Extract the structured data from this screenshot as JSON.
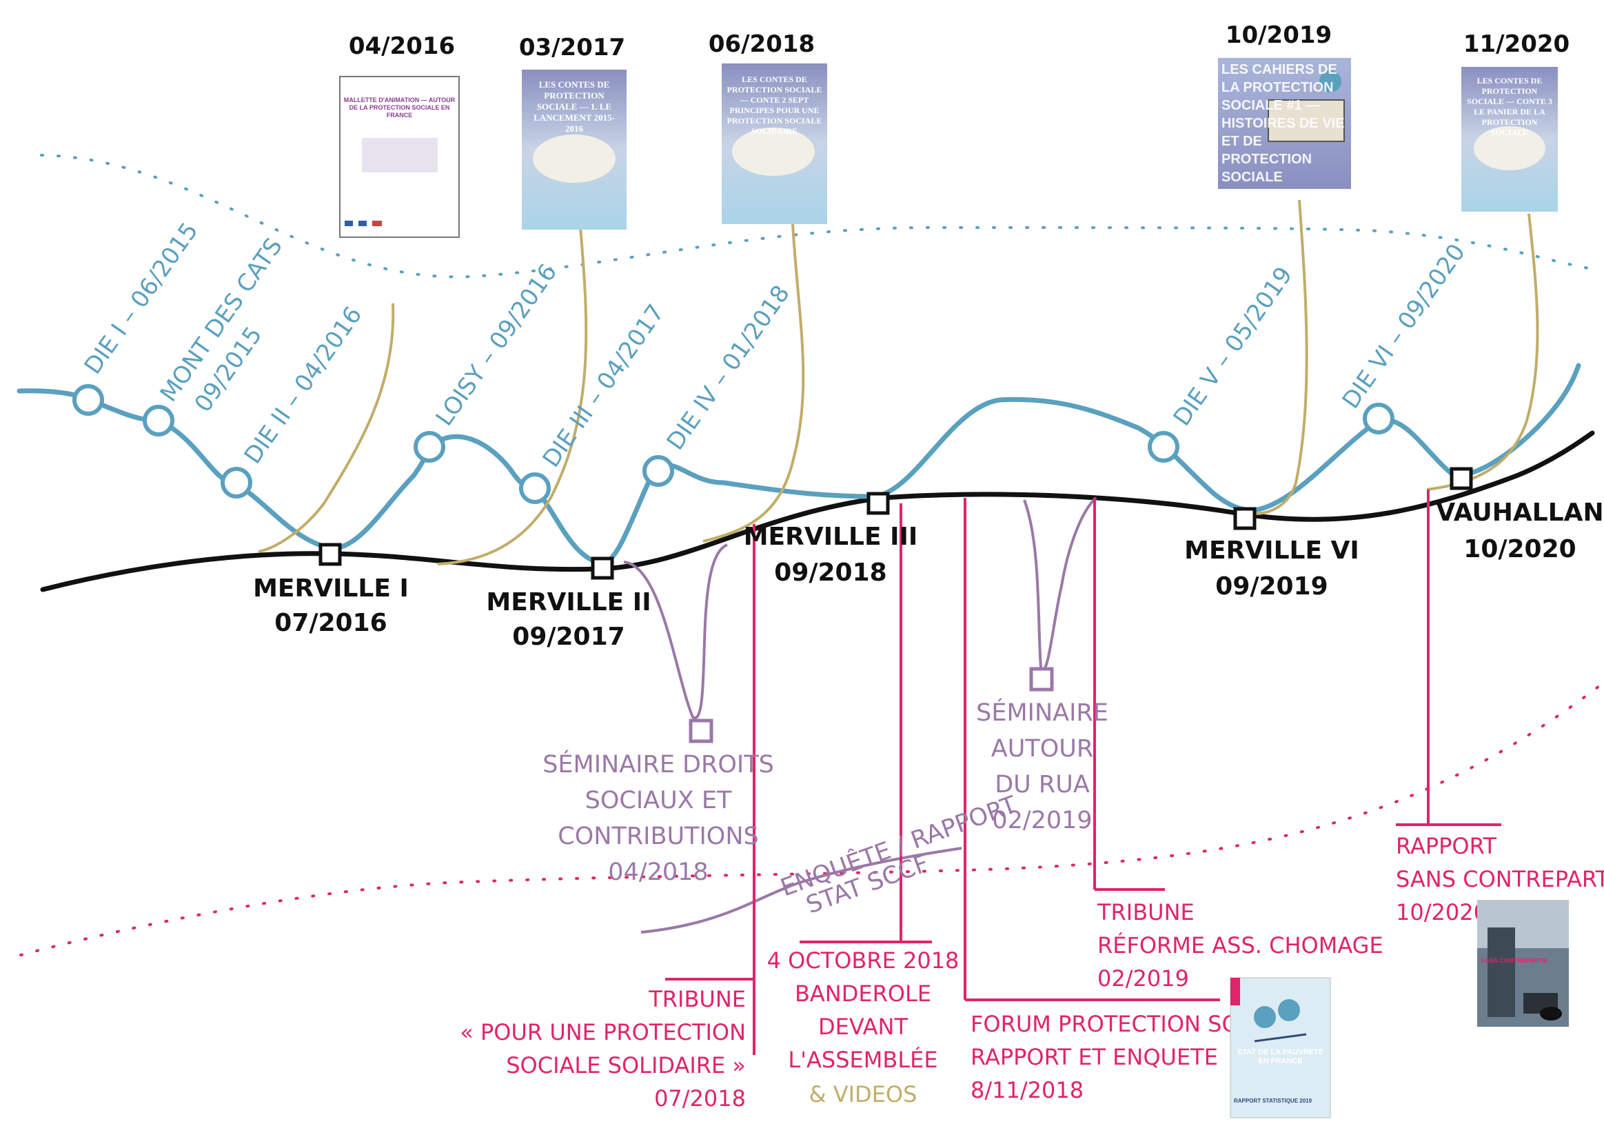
{
  "colors": {
    "timeline": "#111111",
    "die_path": "#5aa0bf",
    "publications": "#c1ad6a",
    "seminars": "#9b78a8",
    "advocacy": "#e0246a",
    "dotted_top": "#5aa0bf",
    "dotted_bottom": "#e0246a"
  },
  "publications": [
    {
      "date": "04/2016",
      "cover": "MALLETTE D'ANIMATION — AUTOUR DE LA PROTECTION SOCIALE EN FRANCE"
    },
    {
      "date": "03/2017",
      "cover": "LES CONTES DE PROTECTION SOCIALE — 1. LE LANCEMENT 2015-2016"
    },
    {
      "date": "06/2018",
      "cover": "LES CONTES DE PROTECTION SOCIALE — CONTE 2 SEPT PRINCIPES POUR UNE PROTECTION SOCIALE SOLIDAIRE"
    },
    {
      "date": "10/2019",
      "cover": "LES CAHIERS DE LA PROTECTION SOCIALE #1 — HISTOIRES DE VIE ET DE PROTECTION SOCIALE"
    },
    {
      "date": "11/2020",
      "cover": "LES CONTES DE PROTECTION SOCIALE — CONTE 3 LE PANIER DE LA PROTECTION SOCIALE"
    }
  ],
  "die_events": [
    {
      "label": "DIE I  –  06/2015"
    },
    {
      "label": "MONT DES CATS",
      "label2": "09/2015"
    },
    {
      "label": "DIE II  –  04/2016"
    },
    {
      "label": "LOISY  –  09/2016"
    },
    {
      "label": "DIE III  –  04/2017"
    },
    {
      "label": "DIE IV  –  01/2018"
    },
    {
      "label": "DIE V  –  05/2019"
    },
    {
      "label": "DIE VI  –  09/2020"
    }
  ],
  "merville_events": [
    {
      "name": "MERVILLE I",
      "date": "07/2016"
    },
    {
      "name": "MERVILLE II",
      "date": "09/2017"
    },
    {
      "name": "MERVILLE III",
      "date": "09/2018"
    },
    {
      "name": "MERVILLE VI",
      "date": "09/2019"
    },
    {
      "name": "VAUHALLAN",
      "date": "10/2020"
    }
  ],
  "seminars": [
    {
      "lines": [
        "SÉMINAIRE DROITS",
        "SOCIAUX ET",
        "CONTRIBUTIONS",
        "04/2018"
      ]
    },
    {
      "lines": [
        "SÉMINAIRE",
        "AUTOUR",
        "DU RUA",
        "02/2019"
      ]
    }
  ],
  "enquete": {
    "line1": "ENQUÊTE / RAPPORT",
    "line2": "STAT SCCF"
  },
  "advocacy": {
    "tribune1": [
      "TRIBUNE",
      "« POUR UNE PROTECTION",
      "SOCIALE SOLIDAIRE »",
      "07/2018"
    ],
    "banderole": [
      "4 OCTOBRE 2018",
      "BANDEROLE",
      "DEVANT",
      "L'ASSEMBLÉE"
    ],
    "videos": "& VIDEOS",
    "forum": [
      "FORUM PROTECTION SOCIALE",
      "RAPPORT ET ENQUETE",
      "8/11/2018"
    ],
    "tribune2": [
      "TRIBUNE",
      "RÉFORME ASS. CHOMAGE",
      "02/2019"
    ],
    "rapport": [
      "RAPPORT",
      "SANS CONTREPARTIE",
      "10/2020"
    ]
  },
  "report_covers": {
    "pauvrete": "ÉTAT DE LA PAUVRETÉ EN FRANCE",
    "pauvrete_sub": "RAPPORT STATISTIQUE 2019",
    "sans": "SANS CONTREPARTIE"
  }
}
